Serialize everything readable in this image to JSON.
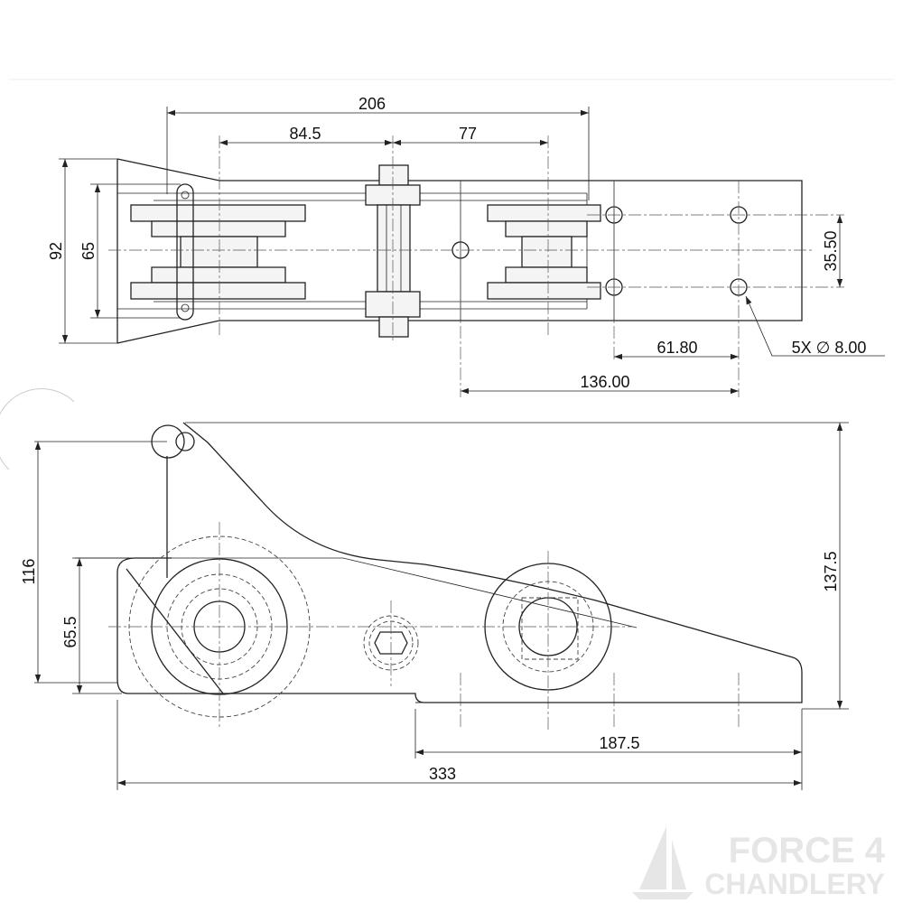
{
  "dimensions": {
    "d206": "206",
    "d84_5": "84.5",
    "d77": "77",
    "d92": "92",
    "d65": "65",
    "d35_50": "35.50",
    "d61_80": "61.80",
    "d136": "136.00",
    "holes": "5X ∅ 8.00",
    "d116": "116",
    "d65_5": "65.5",
    "d137_5": "137.5",
    "d187_5": "187.5",
    "d333": "333"
  },
  "watermark": {
    "line1": "FORCE 4",
    "line2": "CHANDLERY"
  }
}
